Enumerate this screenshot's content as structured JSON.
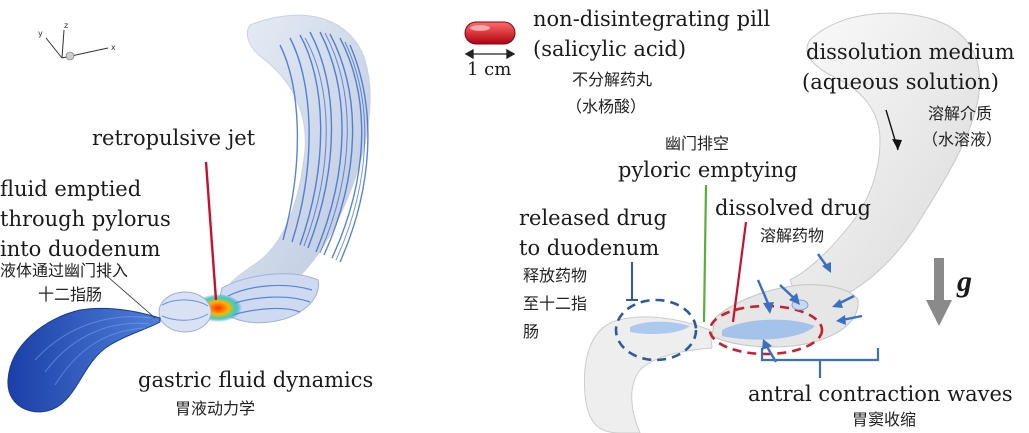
{
  "left_panel": {
    "axes": {
      "x": "x",
      "y": "y",
      "z": "z"
    },
    "retropulsive_jet": "retropulsive jet",
    "fluid_emptied": [
      "fluid emptied",
      "through pylorus",
      "into duodenum"
    ],
    "fluid_emptied_zh": [
      "液体通过幽门排入",
      "十二指肠"
    ],
    "gastric_fluid_dynamics": "gastric fluid dynamics",
    "gastric_fluid_dynamics_zh": "胃液动力学"
  },
  "right_panel": {
    "pill": [
      "non-disintegrating pill",
      "(salicylic acid)"
    ],
    "pill_zh": [
      "不分解药丸",
      "（水杨酸）"
    ],
    "scale": "1 cm",
    "dissolution_medium": [
      "dissolution medium",
      "(aqueous solution)"
    ],
    "dissolution_medium_zh": [
      "溶解介质",
      "（水溶液）"
    ],
    "pyloric_emptying_zh": "幽门排空",
    "pyloric_emptying": "pyloric emptying",
    "released_drug": [
      "released drug",
      "to duodenum"
    ],
    "released_drug_zh": [
      "释放药物",
      "至十二指",
      "肠"
    ],
    "dissolved_drug": "dissolved drug",
    "dissolved_drug_zh": "溶解药物",
    "gravity": "g",
    "antral_contraction": "antral contraction waves",
    "antral_contraction_zh": "胃窦收缩"
  },
  "colors": {
    "jet_red": "#c8102e",
    "pyloric_green": "#5aae3a",
    "wave_blue": "#3a6fc4",
    "dashed_red": "#c8202e",
    "dashed_blue": "#2e5aa0"
  }
}
